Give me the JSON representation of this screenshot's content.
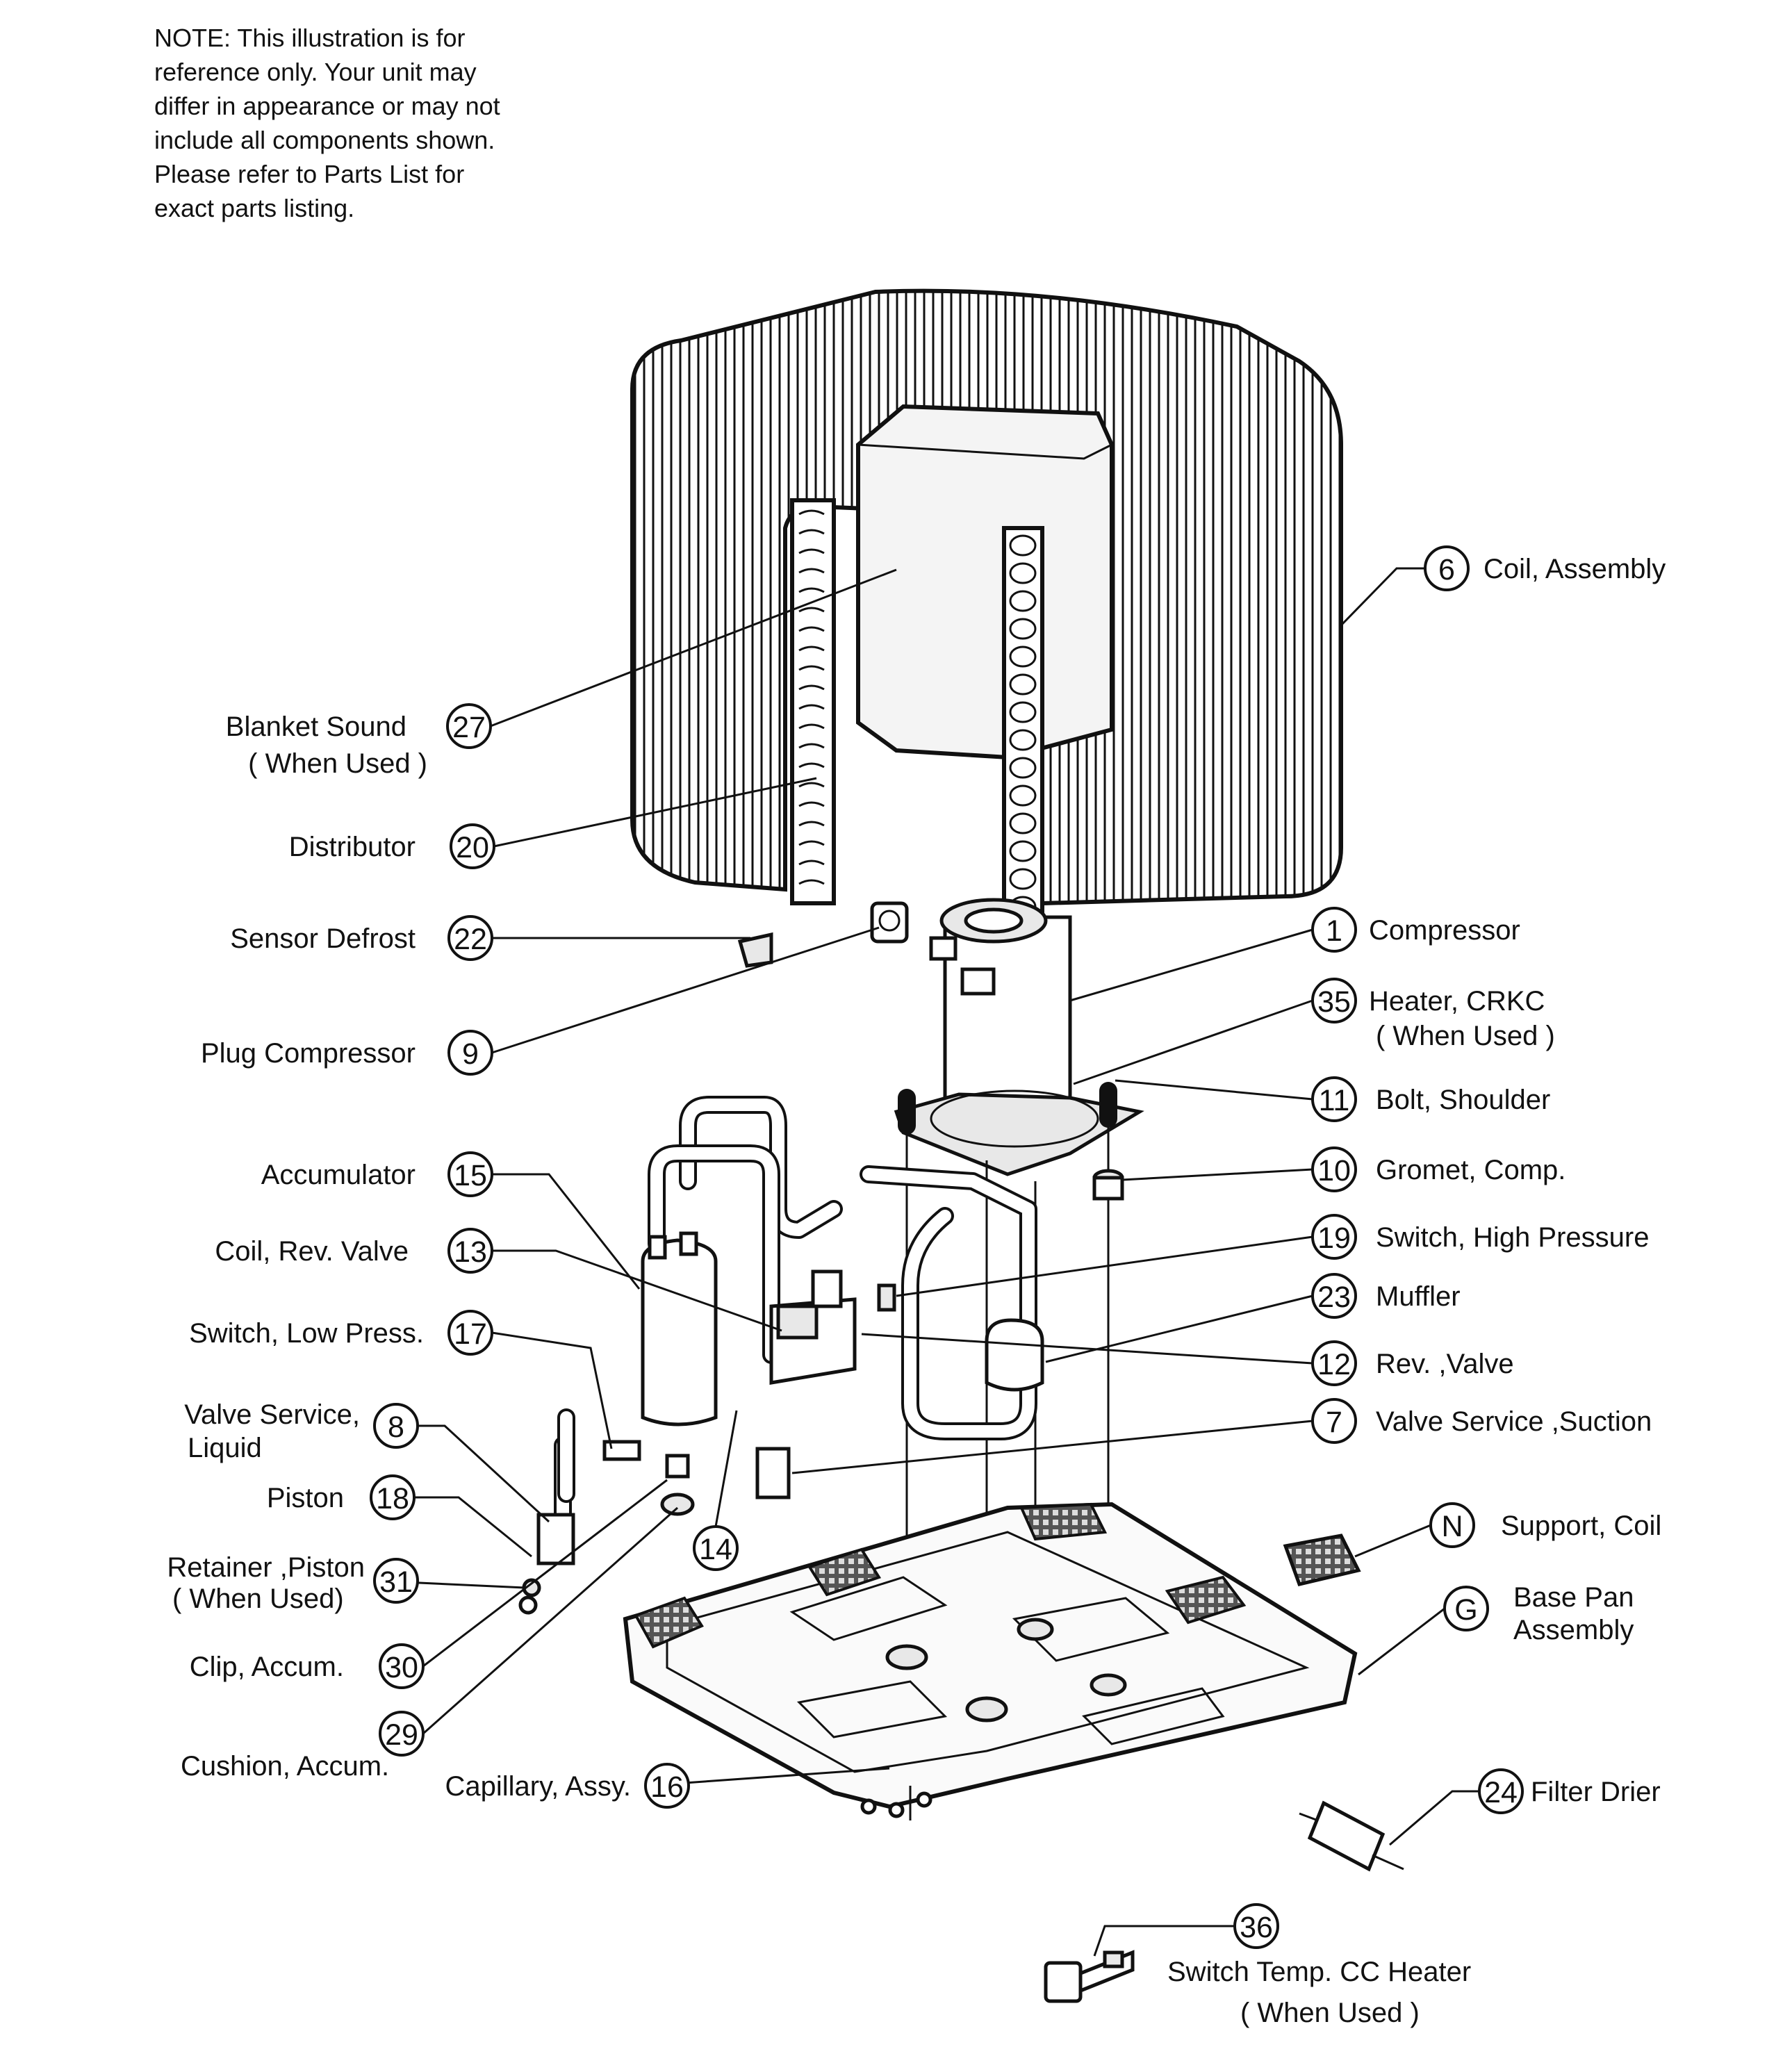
{
  "note": "NOTE: This illustration is for\nreference only.  Your unit may\ndiffer in appearance or may not\ninclude all components shown.\nPlease refer to Parts List for\nexact parts listing.",
  "callouts": {
    "c6": {
      "num": "6",
      "label": "Coil, Assembly"
    },
    "c27": {
      "num": "27",
      "label": "Blanket Sound",
      "label2": "( When Used )"
    },
    "c20": {
      "num": "20",
      "label": "Distributor"
    },
    "c22": {
      "num": "22",
      "label": "Sensor Defrost"
    },
    "c9": {
      "num": "9",
      "label": "Plug Compressor"
    },
    "c1": {
      "num": "1",
      "label": "Compressor"
    },
    "c35": {
      "num": "35",
      "label": "Heater, CRKC",
      "label2": "( When Used )"
    },
    "c11": {
      "num": "11",
      "label": "Bolt, Shoulder"
    },
    "c10": {
      "num": "10",
      "label": "Gromet, Comp."
    },
    "c15": {
      "num": "15",
      "label": "Accumulator"
    },
    "c19": {
      "num": "19",
      "label": "Switch, High Pressure"
    },
    "c13": {
      "num": "13",
      "label": "Coil, Rev. Valve"
    },
    "c23": {
      "num": "23",
      "label": "Muffler"
    },
    "c17": {
      "num": "17",
      "label": "Switch, Low Press."
    },
    "c12": {
      "num": "12",
      "label": "Rev. ,Valve"
    },
    "c8": {
      "num": "8",
      "label": "Valve Service,",
      "label2": "Liquid"
    },
    "c7": {
      "num": "7",
      "label": "Valve Service ,Suction"
    },
    "c18": {
      "num": "18",
      "label": "Piston"
    },
    "c14": {
      "num": "14"
    },
    "cN": {
      "num": "N",
      "label": "Support, Coil"
    },
    "c31": {
      "num": "31",
      "label": "Retainer ,Piston",
      "label2": "( When Used)"
    },
    "cG": {
      "num": "G",
      "label": "Base Pan",
      "label2": "Assembly"
    },
    "c30": {
      "num": "30",
      "label": "Clip, Accum."
    },
    "c29": {
      "num": "29"
    },
    "cushion": {
      "label": "Cushion, Accum."
    },
    "c16": {
      "num": "16",
      "label": "Capillary, Assy."
    },
    "c24": {
      "num": "24",
      "label": "Filter Drier"
    },
    "c36": {
      "num": "36",
      "label": "Switch Temp. CC Heater",
      "label2": "( When Used )"
    }
  }
}
